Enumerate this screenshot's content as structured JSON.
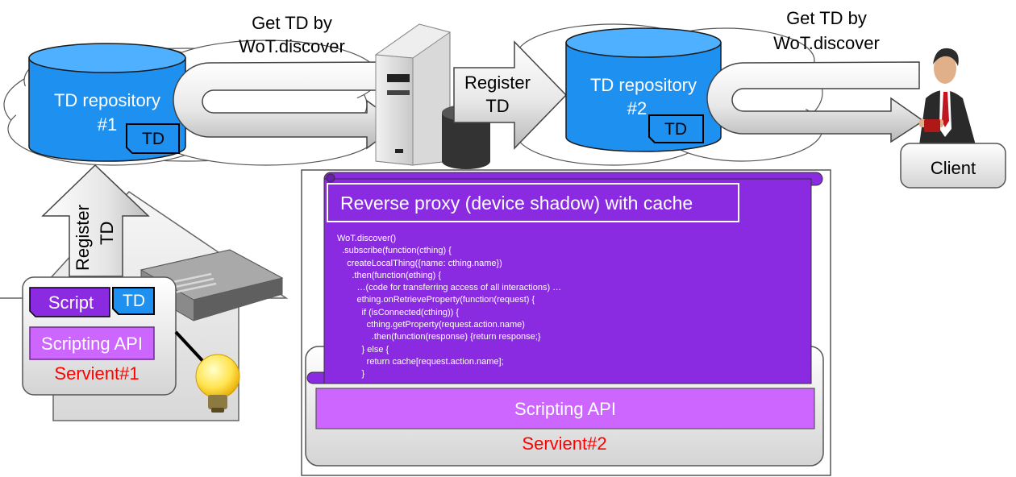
{
  "labels": {
    "get_td_left": [
      "Get TD by",
      "WoT.discover"
    ],
    "get_td_right": [
      "Get TD by",
      "WoT.discover"
    ],
    "repo1": [
      "TD repository",
      "#1"
    ],
    "repo2": [
      "TD repository",
      "#2"
    ],
    "td_badge": "TD",
    "register_td_center": [
      "Register",
      "TD"
    ],
    "register_td_vertical": [
      "Register",
      "TD"
    ],
    "client": "Client",
    "script": "Script",
    "scripting_api": "Scripting API",
    "servient1": "Servient#1",
    "servient2": "Servient#2",
    "proxy_title": "Reverse proxy (device shadow) with cache"
  },
  "code_lines": [
    "WoT.discover()",
    "  .subscribe(function(cthing) {",
    "    createLocalThing({name: cthing.name})",
    "      .then(function(ething) {",
    "        …(code for transferring access of all interactions) …",
    "        ething.onRetrieveProperty(function(request) {",
    "          if (isConnected(cthing)) {",
    "            cthing.getProperty(request.action.name)",
    "              .then(function(response) {return response;}",
    "          } else {",
    "            return cache[request.action.name];",
    "          }"
  ],
  "colors": {
    "repository_blue": "#1e90f0",
    "proxy_purple": "#8a2be2",
    "scripting_api_fill": "#cc66ff",
    "servient_label_red": "#ff0000"
  }
}
